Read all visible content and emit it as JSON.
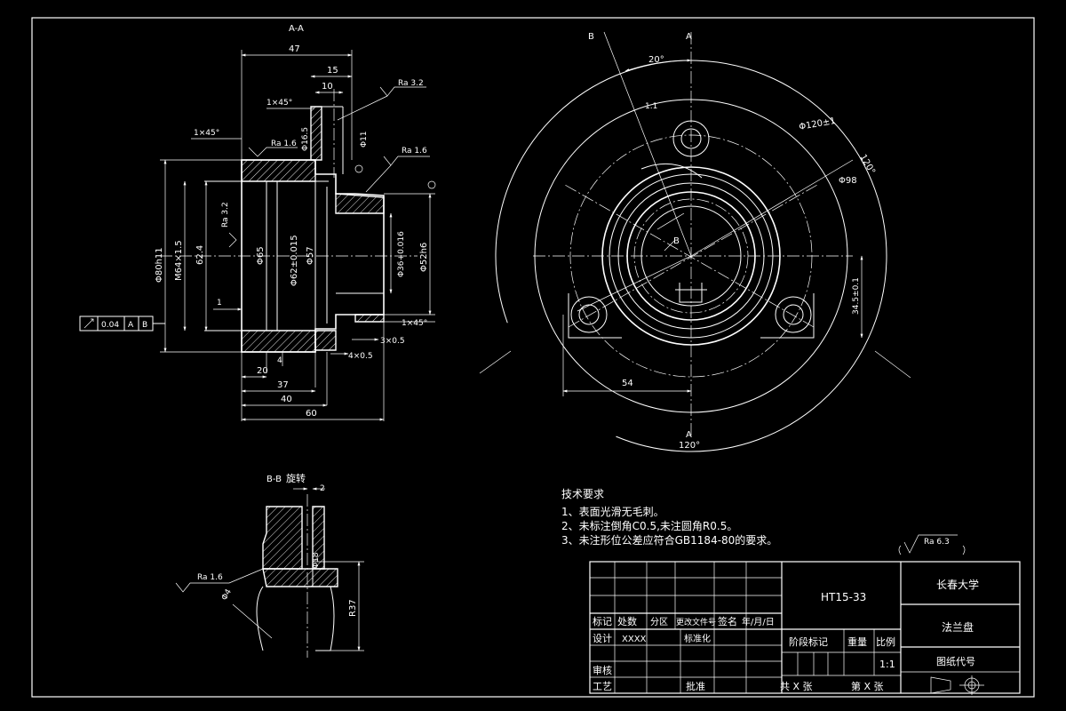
{
  "section_views": {
    "aa_label": "A-A",
    "bb_label": "B-B",
    "bb_rotated": "旋转"
  },
  "dimensions_aa": {
    "d47": "47",
    "d15": "15",
    "d10": "10",
    "d20": "20",
    "d37": "37",
    "d40": "40",
    "d60": "60",
    "d4": "4",
    "chamfer1": "1×45°",
    "chamfer2": "1×45°",
    "chamfer3": "1×45°",
    "ra32_top": "Ra 3.2",
    "ra16_a": "Ra 1.6",
    "ra16_b": "Ra 1.6",
    "ra32_bore": "Ra 3.2",
    "dia165": "Φ16.5",
    "dia11": "Φ11",
    "dia80": "Φ80h11",
    "m64": "M64×1.5",
    "d624": "62.4",
    "dia65": "Φ65",
    "dia62": "Φ62±0.015",
    "dia57": "Φ57",
    "dia36": "Φ36+0.016",
    "dia52": "Φ52h6",
    "one": "1",
    "groove1": "3×0.5",
    "groove2": "4×0.5"
  },
  "tolerance_frame": {
    "value": "0.04",
    "datum1": "A",
    "datum2": "B"
  },
  "dimensions_front": {
    "angle20": "20°",
    "angle120a": "120°",
    "angle120b": "120°",
    "dia120": "Φ120±1",
    "dia98": "Φ98",
    "d54": "54",
    "d345": "34.5±0.1",
    "label_a_top": "A",
    "label_a_bottom": "A",
    "label_b1": "B",
    "label_b2": "B",
    "label_dash": "1.1"
  },
  "dimensions_bb": {
    "d2": "2",
    "dia18": "Φ18",
    "r37": "R37",
    "dia4": "Φ4",
    "ra16": "Ra 1.6"
  },
  "tech_requirements": {
    "heading": "技术要求",
    "items": [
      "1、表面光滑无毛刺。",
      "2、未标注倒角C0.5,未注圆角R0.5。",
      "3、未注形位公差应符合GB1184-80的要求。"
    ]
  },
  "roughness_note": "Ra 6.3",
  "title_block": {
    "material": "HT15-33",
    "school": "长春大学",
    "part_name": "法兰盘",
    "drawing_code": "图纸代号",
    "hdr_mark": "标记",
    "hdr_count": "处数",
    "hdr_zone": "分区",
    "hdr_change": "更改文件号",
    "hdr_sign": "签名",
    "hdr_date": "年/月/日",
    "design": "设计",
    "designer": "XXXX",
    "standard": "标准化",
    "stage_mark": "阶段标记",
    "weight": "重量",
    "scale": "比例",
    "scale_value": "1:1",
    "review": "审核",
    "process": "工艺",
    "approve": "批准",
    "total_sheets": "共 X 张",
    "sheet_no": "第 X 张"
  }
}
